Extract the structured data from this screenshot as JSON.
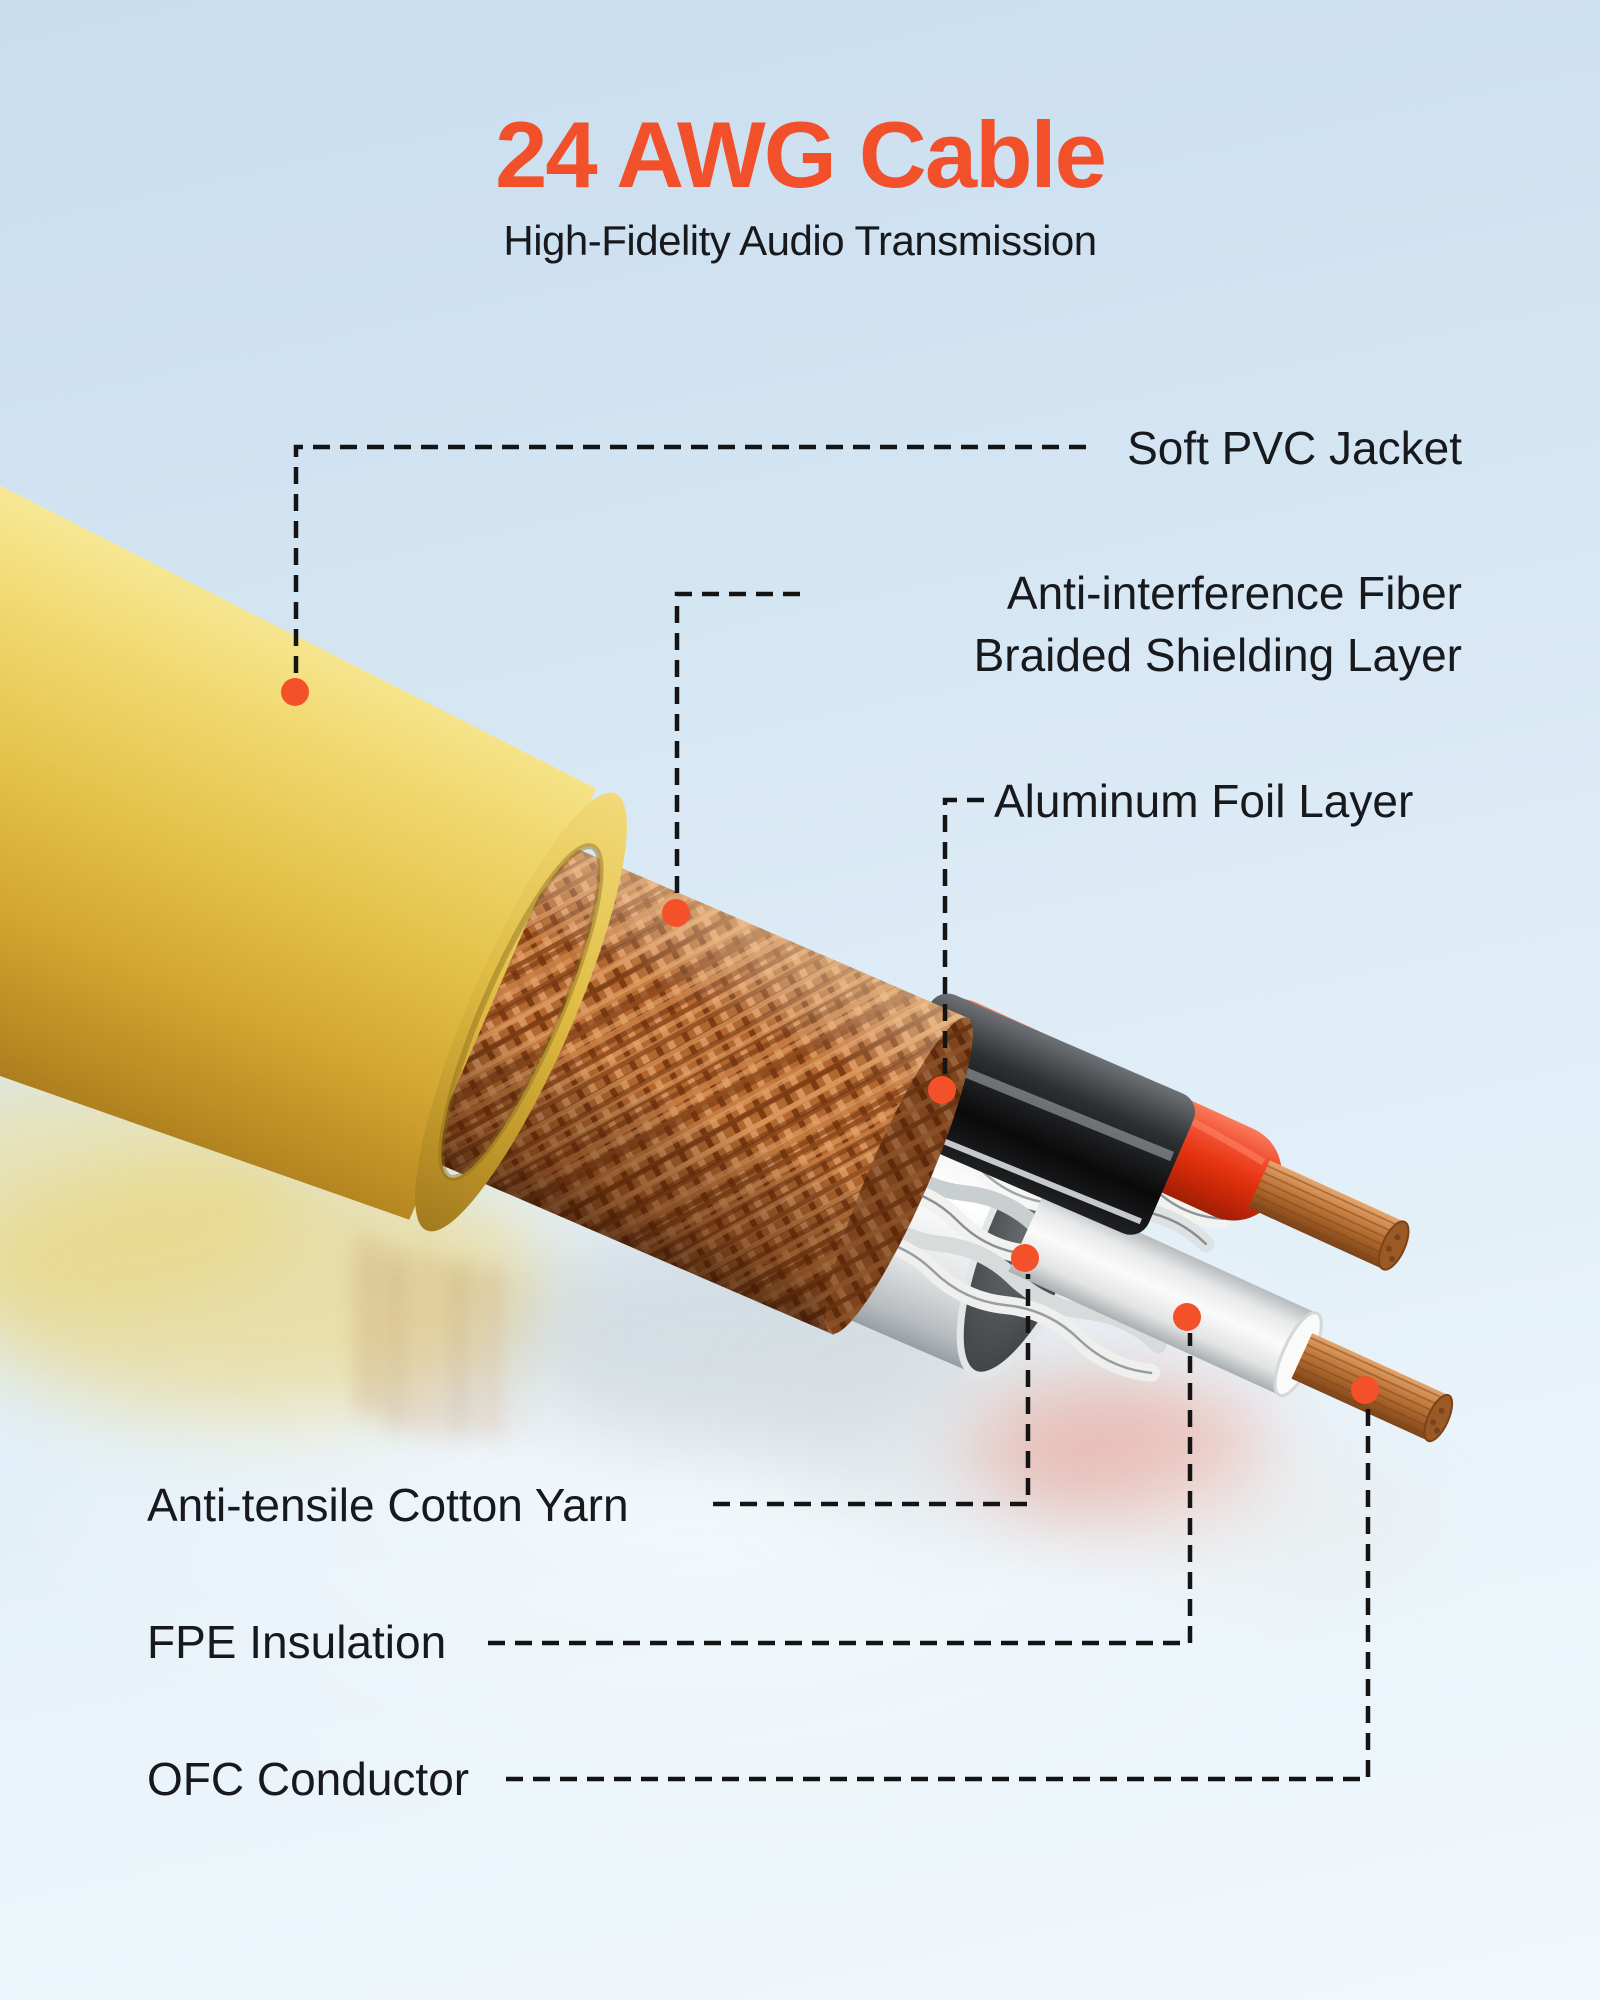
{
  "header": {
    "title": "24 AWG Cable",
    "subtitle": "High-Fidelity Audio Transmission"
  },
  "callouts": {
    "pvc": {
      "lines": [
        "Soft PVC Jacket"
      ]
    },
    "braid": {
      "lines": [
        "Anti-interference Fiber",
        "Braided Shielding Layer"
      ]
    },
    "foil": {
      "lines": [
        "Aluminum Foil Layer"
      ]
    },
    "yarn": {
      "lines": [
        "Anti-tensile Cotton Yarn"
      ]
    },
    "fpe": {
      "lines": [
        "FPE Insulation"
      ]
    },
    "ofc": {
      "lines": [
        "OFC Conductor"
      ]
    }
  },
  "colors": {
    "title": "#F1502B",
    "label_text": "#17191C",
    "marker_dot": "#F4502A",
    "leader_line": "#141414",
    "jacket_yellow": "#E6C44C",
    "braid_copper": "#B1672F",
    "foil_black": "#101112",
    "foil_white": "#F4F5F6",
    "wire_red": "#E5330F",
    "wire_white": "#F7F7F6",
    "conductor_copper": "#C47C3F",
    "yarn_white": "#E9EBEB",
    "background_top": "#C9DDEF",
    "background_bottom": "#F1F8FC"
  }
}
